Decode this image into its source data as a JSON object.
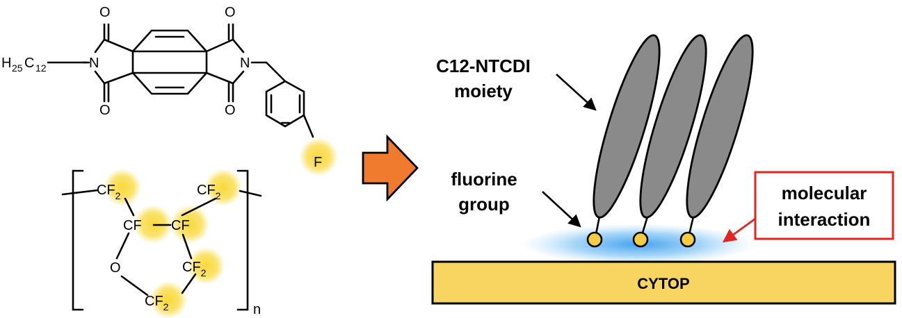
{
  "molecule": {
    "o_label": "O",
    "n_label": "N",
    "f_label": "F",
    "h_label": "H",
    "h_sub": "25",
    "c_label": "C",
    "c_sub": "12"
  },
  "polymer": {
    "cf_label": "CF",
    "sub2": "2",
    "o_label": "O",
    "n_label": "n"
  },
  "diagram": {
    "moiety_line1": "C12-NTCDI",
    "moiety_line2": "moiety",
    "fluorine_line1": "fluorine",
    "fluorine_line2": "group",
    "interaction_line1": "molecular",
    "interaction_line2": "interaction",
    "substrate_label": "CYTOP"
  },
  "colors": {
    "highlight": "#f8d730",
    "arrow_orange": "#f07b2e",
    "ellipse_gray": "#8a8a8a",
    "substrate_fill": "#f8d560",
    "glow_blue": "#3aa0ee",
    "callout_red": "#e52420",
    "bead_fill": "#f3cc43"
  }
}
